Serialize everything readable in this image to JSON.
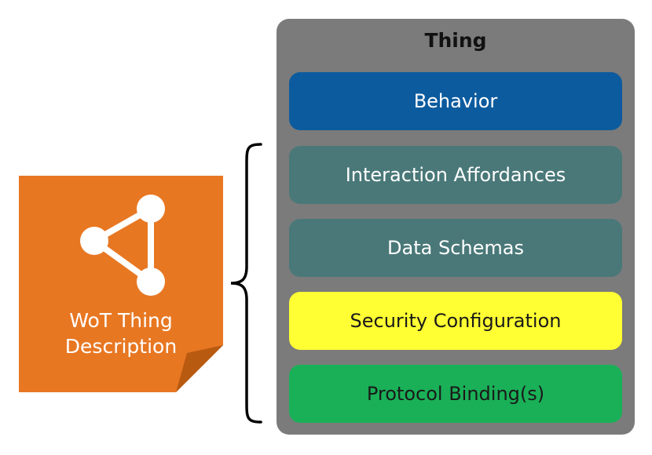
{
  "thing_description": {
    "label_line1": "WoT Thing",
    "label_line2": "Description",
    "colors": {
      "note_fill": "#e87722",
      "fold_fill": "#b85a10",
      "icon_color": "#ffffff"
    },
    "icon": "share-network-icon"
  },
  "bracket": {
    "icon": "curly-bracket-icon",
    "color": "#000000"
  },
  "thing": {
    "title": "Thing",
    "container_color": "#7b7b7b",
    "layers": [
      {
        "label": "Behavior",
        "bg": "#0c5b9e",
        "fg": "#ffffff"
      },
      {
        "label": "Interaction Affordances",
        "bg": "#4a7878",
        "fg": "#ffffff"
      },
      {
        "label": "Data Schemas",
        "bg": "#4a7878",
        "fg": "#ffffff"
      },
      {
        "label": "Security Configuration",
        "bg": "#ffff33",
        "fg": "#1a1a1a"
      },
      {
        "label": "Protocol Binding(s)",
        "bg": "#1ab057",
        "fg": "#1a1a1a"
      }
    ]
  }
}
